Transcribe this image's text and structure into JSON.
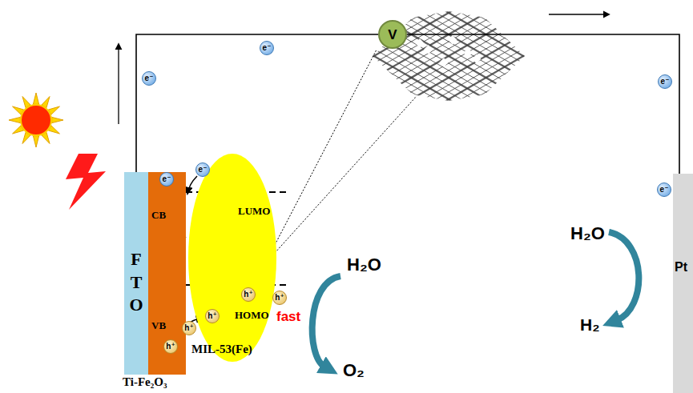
{
  "diagram": {
    "nodes": [
      {
        "text": [
          "F T O"
        ]
      },
      {
        "text": [
          "CB",
          "VB",
          "Ti-Fe₂O₃"
        ]
      },
      {
        "text": [
          "LUMO",
          "HOMO",
          "MIL-53(Fe)"
        ]
      },
      {
        "text": [
          "V"
        ]
      },
      {
        "text": [
          "Pt"
        ]
      },
      {
        "text": [
          "e⁻"
        ]
      },
      {
        "text": [
          "e⁻"
        ]
      },
      {
        "text": [
          "e⁻"
        ]
      },
      {
        "text": [
          "e⁻"
        ]
      },
      {
        "text": [
          "e⁻"
        ]
      },
      {
        "text": [
          "e⁻"
        ]
      },
      {
        "text": [
          "h⁺"
        ]
      },
      {
        "text": [
          "h⁺"
        ]
      },
      {
        "text": [
          "h⁺"
        ]
      },
      {
        "text": [
          "h⁺"
        ]
      },
      {
        "text": [
          "h⁺"
        ]
      }
    ],
    "edges": [
      {
        "from": 0,
        "to": 3,
        "arrow": "none"
      },
      {
        "from": 3,
        "to": 4,
        "arrow": "none"
      }
    ],
    "labels": [
      "H₂O",
      "fast",
      "O₂",
      "H₂O",
      "H₂"
    ]
  }
}
